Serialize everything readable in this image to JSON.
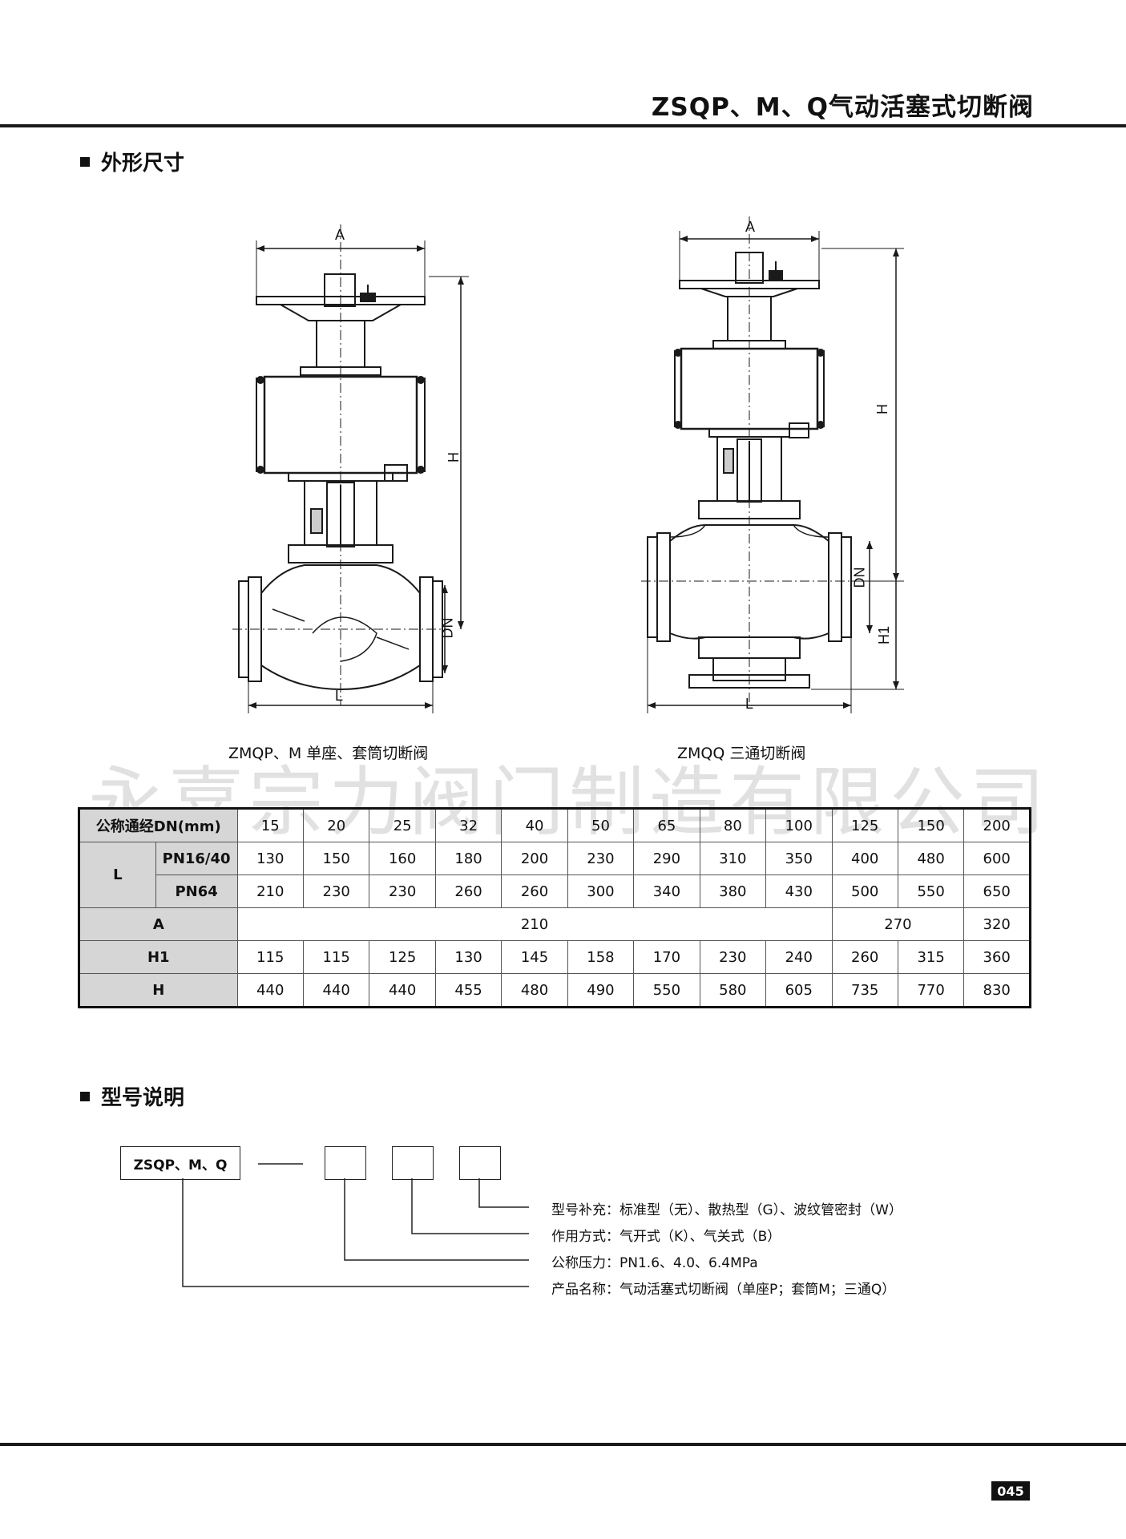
{
  "header": {
    "title": "ZSQP、M、Q气动活塞式切断阀"
  },
  "sections": {
    "dimensions": "外形尺寸",
    "model": "型号说明"
  },
  "drawings": {
    "left": {
      "caption": "ZMQP、M 单座、套筒切断阀",
      "labels": {
        "a": "A",
        "h": "H",
        "dn": "DN",
        "l": "L"
      }
    },
    "right": {
      "caption": "ZMQQ 三通切断阀",
      "labels": {
        "a": "A",
        "h": "H",
        "dn": "DN",
        "h1": "H1",
        "l": "L"
      }
    }
  },
  "watermark": "永嘉宗力阀门制造有限公司",
  "table": {
    "header_label": "公称通经DN(mm)",
    "dn": [
      "15",
      "20",
      "25",
      "32",
      "40",
      "50",
      "65",
      "80",
      "100",
      "125",
      "150",
      "200"
    ],
    "l_label": "L",
    "pn16_label": "PN16/40",
    "pn16": [
      "130",
      "150",
      "160",
      "180",
      "200",
      "230",
      "290",
      "310",
      "350",
      "400",
      "480",
      "600"
    ],
    "pn64_label": "PN64",
    "pn64": [
      "210",
      "230",
      "230",
      "260",
      "260",
      "300",
      "340",
      "380",
      "430",
      "500",
      "550",
      "650"
    ],
    "a_label": "A",
    "a_values": [
      "210",
      "270",
      "320"
    ],
    "h1_label": "H1",
    "h1": [
      "115",
      "115",
      "125",
      "130",
      "145",
      "158",
      "170",
      "230",
      "240",
      "260",
      "315",
      "360"
    ],
    "h_label": "H",
    "h": [
      "440",
      "440",
      "440",
      "455",
      "480",
      "490",
      "550",
      "580",
      "605",
      "735",
      "770",
      "830"
    ]
  },
  "model": {
    "code": "ZSQP、M、Q",
    "legend": [
      "型号补充：标准型（无）、散热型（G）、波纹管密封（W）",
      "作用方式：气开式（K）、气关式（B）",
      "公称压力：PN1.6、4.0、6.4MPa",
      "产品名称：气动活塞式切断阀（单座P；套筒M；三通Q）"
    ]
  },
  "footer": {
    "page": "045"
  }
}
